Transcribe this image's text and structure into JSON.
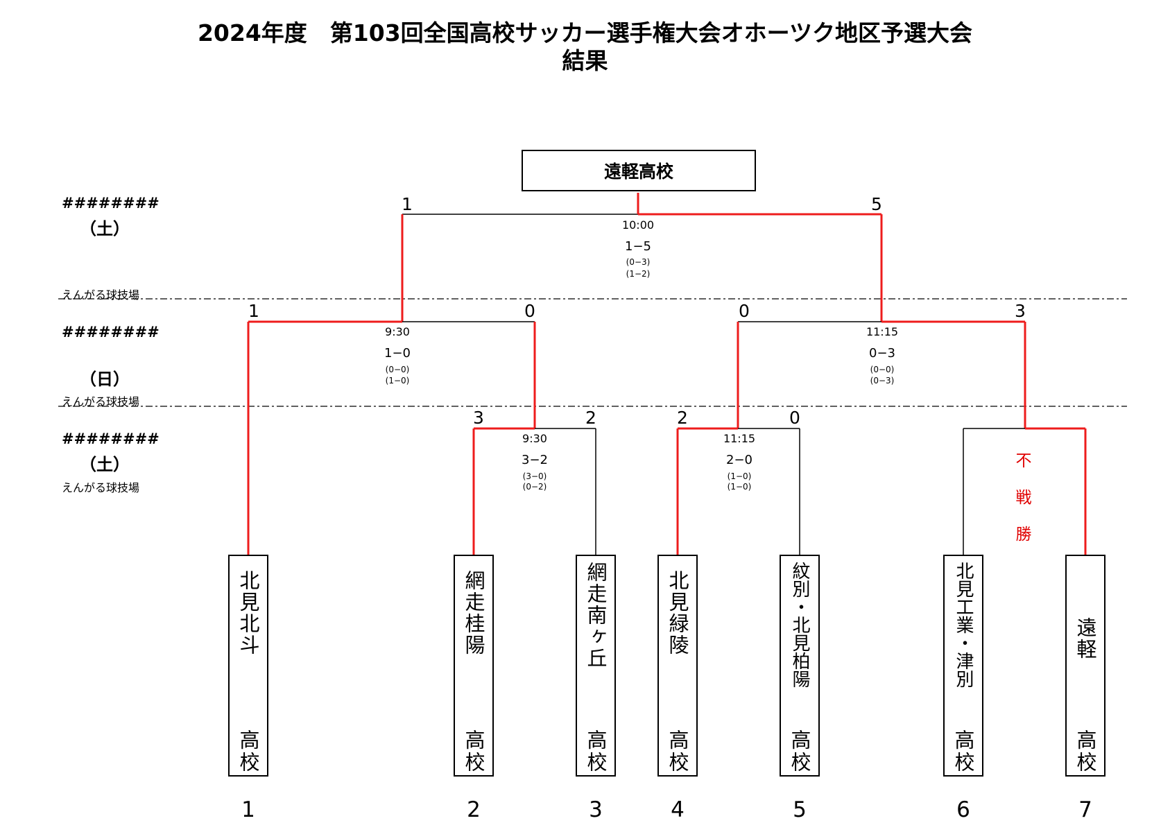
{
  "title": {
    "line1": "2024年度　第103回全国高校サッカー選手権大会オホーツク地区予選大会",
    "line2": "結果"
  },
  "champion": "遠軽高校",
  "rounds": [
    {
      "date": "########",
      "day": "（土）",
      "venue": "えんがる球技場"
    },
    {
      "date": "########",
      "day": "（日）",
      "venue": "えんがる球技場"
    },
    {
      "date": "########",
      "day": "（土）",
      "venue": "えんがる球技場"
    }
  ],
  "matches": {
    "final": {
      "time": "10:00",
      "result": "1−5",
      "half1": "(0−3)",
      "half2": "(1−2)",
      "left_score": "1",
      "right_score": "5"
    },
    "semi1": {
      "time": "9:30",
      "result": "1−0",
      "half1": "(0−0)",
      "half2": "(1−0)",
      "left_score": "1",
      "right_score": "0"
    },
    "semi2": {
      "time": "11:15",
      "result": "0−3",
      "half1": "(0−0)",
      "half2": "(0−3)",
      "left_score": "0",
      "right_score": "3"
    },
    "r1a": {
      "time": "9:30",
      "result": "3−2",
      "half1": "(3−0)",
      "half2": "(0−2)",
      "left_score": "3",
      "right_score": "2"
    },
    "r1b": {
      "time": "11:15",
      "result": "2−0",
      "half1": "(1−0)",
      "half2": "(1−0)",
      "left_score": "2",
      "right_score": "0"
    },
    "r1c": {
      "walkover": "不戦勝"
    }
  },
  "teams": [
    {
      "seed": "1",
      "name": "北見北斗",
      "suffix": "高校"
    },
    {
      "seed": "2",
      "name": "網走桂陽",
      "suffix": "高校"
    },
    {
      "seed": "3",
      "name": "網走南ヶ丘",
      "suffix": "高校"
    },
    {
      "seed": "4",
      "name": "北見緑陵",
      "suffix": "高校"
    },
    {
      "seed": "5",
      "name": "紋別・北見柏陽",
      "suffix": "高校"
    },
    {
      "seed": "6",
      "name": "北見工業・津別",
      "suffix": "高校"
    },
    {
      "seed": "7",
      "name": "遠軽",
      "suffix": "高校"
    }
  ],
  "colors": {
    "winner_line": "#ee1c1c",
    "normal_line": "#000000",
    "walkover_text": "#e00000"
  }
}
